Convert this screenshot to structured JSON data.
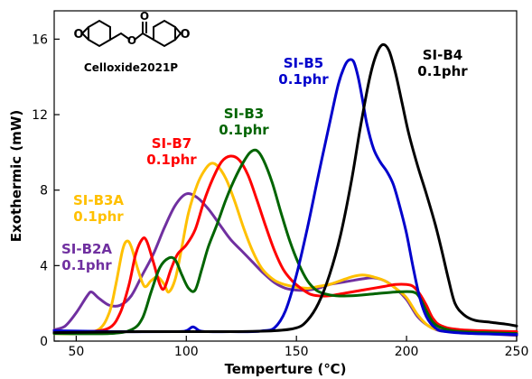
{
  "chart_data": {
    "type": "line",
    "xlabel": "Temperture (℃)",
    "ylabel": "Exothermic (mW)",
    "xlim": [
      40,
      250
    ],
    "ylim": [
      0,
      17.5
    ],
    "x_ticks": [
      "50",
      "100",
      "150",
      "200",
      "250"
    ],
    "y_ticks": [
      "0",
      "4",
      "8",
      "12",
      "16"
    ],
    "grid": false,
    "legend": "none",
    "inset_label": "Celloxide2021P",
    "annotations": [
      {
        "name": "SI-B2A",
        "dose": "0.1phr",
        "color": "#7030a0"
      },
      {
        "name": "SI-B3A",
        "dose": "0.1phr",
        "color": "#ffc000"
      },
      {
        "name": "SI-B7",
        "dose": "0.1phr",
        "color": "#ff0000"
      },
      {
        "name": "SI-B3",
        "dose": "0.1phr",
        "color": "#006400"
      },
      {
        "name": "SI-B5",
        "dose": "0.1phr",
        "color": "#0000cc"
      },
      {
        "name": "SI-B4",
        "dose": "0.1phr",
        "color": "#000000"
      }
    ],
    "series": [
      {
        "id": "sib2a",
        "color": "#7030a0",
        "points": [
          [
            40,
            0.6
          ],
          [
            45,
            0.8
          ],
          [
            50,
            1.5
          ],
          [
            55,
            2.4
          ],
          [
            57,
            2.6
          ],
          [
            60,
            2.3
          ],
          [
            65,
            1.9
          ],
          [
            70,
            1.9
          ],
          [
            75,
            2.4
          ],
          [
            80,
            3.5
          ],
          [
            85,
            4.6
          ],
          [
            90,
            6.0
          ],
          [
            95,
            7.2
          ],
          [
            100,
            7.8
          ],
          [
            105,
            7.6
          ],
          [
            110,
            7.0
          ],
          [
            115,
            6.2
          ],
          [
            120,
            5.4
          ],
          [
            125,
            4.8
          ],
          [
            130,
            4.2
          ],
          [
            135,
            3.6
          ],
          [
            140,
            3.1
          ],
          [
            145,
            2.8
          ],
          [
            150,
            2.7
          ],
          [
            155,
            2.7
          ],
          [
            160,
            2.8
          ],
          [
            165,
            3.0
          ],
          [
            170,
            3.1
          ],
          [
            175,
            3.2
          ],
          [
            180,
            3.3
          ],
          [
            185,
            3.35
          ],
          [
            190,
            3.2
          ],
          [
            195,
            2.8
          ],
          [
            200,
            2.2
          ],
          [
            205,
            1.3
          ],
          [
            210,
            0.8
          ],
          [
            215,
            0.55
          ],
          [
            220,
            0.5
          ],
          [
            235,
            0.4
          ],
          [
            250,
            0.3
          ]
        ]
      },
      {
        "id": "sib3a",
        "color": "#ffc000",
        "points": [
          [
            40,
            0.4
          ],
          [
            50,
            0.4
          ],
          [
            60,
            0.6
          ],
          [
            65,
            1.5
          ],
          [
            68,
            3.0
          ],
          [
            71,
            4.8
          ],
          [
            73,
            5.3
          ],
          [
            75,
            5.0
          ],
          [
            78,
            3.8
          ],
          [
            81,
            2.9
          ],
          [
            84,
            3.2
          ],
          [
            87,
            3.4
          ],
          [
            90,
            3.0
          ],
          [
            92,
            2.6
          ],
          [
            95,
            3.3
          ],
          [
            98,
            5.0
          ],
          [
            101,
            6.8
          ],
          [
            105,
            8.3
          ],
          [
            108,
            9.0
          ],
          [
            111,
            9.4
          ],
          [
            114,
            9.3
          ],
          [
            118,
            8.6
          ],
          [
            122,
            7.4
          ],
          [
            126,
            6.0
          ],
          [
            130,
            4.8
          ],
          [
            134,
            3.9
          ],
          [
            138,
            3.4
          ],
          [
            142,
            3.1
          ],
          [
            148,
            2.9
          ],
          [
            155,
            2.8
          ],
          [
            160,
            2.9
          ],
          [
            165,
            3.0
          ],
          [
            170,
            3.2
          ],
          [
            175,
            3.4
          ],
          [
            180,
            3.5
          ],
          [
            185,
            3.4
          ],
          [
            190,
            3.2
          ],
          [
            195,
            2.8
          ],
          [
            200,
            2.3
          ],
          [
            205,
            1.4
          ],
          [
            210,
            0.8
          ],
          [
            215,
            0.6
          ],
          [
            225,
            0.5
          ],
          [
            250,
            0.4
          ]
        ]
      },
      {
        "id": "sib7",
        "color": "#ff0000",
        "points": [
          [
            40,
            0.5
          ],
          [
            55,
            0.5
          ],
          [
            65,
            0.7
          ],
          [
            70,
            1.5
          ],
          [
            74,
            3.0
          ],
          [
            77,
            4.6
          ],
          [
            80,
            5.4
          ],
          [
            82,
            5.3
          ],
          [
            85,
            4.2
          ],
          [
            88,
            3.0
          ],
          [
            90,
            2.8
          ],
          [
            93,
            3.8
          ],
          [
            96,
            4.6
          ],
          [
            100,
            5.1
          ],
          [
            104,
            5.9
          ],
          [
            108,
            7.4
          ],
          [
            112,
            8.6
          ],
          [
            116,
            9.5
          ],
          [
            120,
            9.8
          ],
          [
            124,
            9.6
          ],
          [
            128,
            8.8
          ],
          [
            132,
            7.5
          ],
          [
            136,
            6.1
          ],
          [
            140,
            4.8
          ],
          [
            144,
            3.8
          ],
          [
            148,
            3.2
          ],
          [
            152,
            2.8
          ],
          [
            156,
            2.5
          ],
          [
            160,
            2.4
          ],
          [
            165,
            2.4
          ],
          [
            170,
            2.5
          ],
          [
            175,
            2.6
          ],
          [
            180,
            2.7
          ],
          [
            185,
            2.8
          ],
          [
            190,
            2.9
          ],
          [
            195,
            3.0
          ],
          [
            200,
            3.0
          ],
          [
            203,
            2.9
          ],
          [
            206,
            2.5
          ],
          [
            209,
            1.9
          ],
          [
            212,
            1.2
          ],
          [
            216,
            0.8
          ],
          [
            225,
            0.6
          ],
          [
            250,
            0.5
          ]
        ]
      },
      {
        "id": "sib3",
        "color": "#006400",
        "points": [
          [
            40,
            0.4
          ],
          [
            65,
            0.4
          ],
          [
            75,
            0.6
          ],
          [
            80,
            1.2
          ],
          [
            84,
            2.6
          ],
          [
            88,
            3.9
          ],
          [
            92,
            4.4
          ],
          [
            95,
            4.3
          ],
          [
            98,
            3.5
          ],
          [
            101,
            2.8
          ],
          [
            104,
            2.7
          ],
          [
            107,
            3.8
          ],
          [
            110,
            5.0
          ],
          [
            114,
            6.2
          ],
          [
            118,
            7.5
          ],
          [
            122,
            8.6
          ],
          [
            126,
            9.5
          ],
          [
            129,
            10.0
          ],
          [
            132,
            10.1
          ],
          [
            135,
            9.6
          ],
          [
            139,
            8.4
          ],
          [
            143,
            6.8
          ],
          [
            147,
            5.3
          ],
          [
            151,
            4.1
          ],
          [
            155,
            3.2
          ],
          [
            159,
            2.7
          ],
          [
            163,
            2.5
          ],
          [
            168,
            2.4
          ],
          [
            175,
            2.4
          ],
          [
            185,
            2.5
          ],
          [
            195,
            2.6
          ],
          [
            203,
            2.6
          ],
          [
            206,
            2.3
          ],
          [
            209,
            1.6
          ],
          [
            212,
            1.0
          ],
          [
            216,
            0.7
          ],
          [
            225,
            0.5
          ],
          [
            250,
            0.4
          ]
        ]
      },
      {
        "id": "sib5",
        "color": "#0000cc",
        "points": [
          [
            40,
            0.55
          ],
          [
            70,
            0.5
          ],
          [
            95,
            0.5
          ],
          [
            100,
            0.55
          ],
          [
            103,
            0.75
          ],
          [
            106,
            0.55
          ],
          [
            110,
            0.5
          ],
          [
            120,
            0.5
          ],
          [
            130,
            0.5
          ],
          [
            135,
            0.55
          ],
          [
            140,
            0.7
          ],
          [
            145,
            1.6
          ],
          [
            150,
            3.5
          ],
          [
            155,
            6.0
          ],
          [
            160,
            8.8
          ],
          [
            165,
            11.5
          ],
          [
            169,
            13.6
          ],
          [
            172,
            14.6
          ],
          [
            174,
            14.9
          ],
          [
            176,
            14.8
          ],
          [
            178,
            14.0
          ],
          [
            180,
            12.8
          ],
          [
            182,
            11.5
          ],
          [
            185,
            10.2
          ],
          [
            188,
            9.5
          ],
          [
            191,
            9.0
          ],
          [
            194,
            8.3
          ],
          [
            197,
            7.1
          ],
          [
            200,
            5.7
          ],
          [
            203,
            3.9
          ],
          [
            206,
            2.3
          ],
          [
            209,
            1.3
          ],
          [
            213,
            0.7
          ],
          [
            218,
            0.5
          ],
          [
            230,
            0.4
          ],
          [
            250,
            0.35
          ]
        ]
      },
      {
        "id": "sib4",
        "color": "#000000",
        "points": [
          [
            40,
            0.45
          ],
          [
            80,
            0.5
          ],
          [
            120,
            0.5
          ],
          [
            140,
            0.55
          ],
          [
            150,
            0.7
          ],
          [
            155,
            1.1
          ],
          [
            160,
            2.0
          ],
          [
            165,
            3.5
          ],
          [
            170,
            5.6
          ],
          [
            175,
            8.5
          ],
          [
            179,
            11.3
          ],
          [
            183,
            13.8
          ],
          [
            186,
            15.1
          ],
          [
            189,
            15.7
          ],
          [
            192,
            15.4
          ],
          [
            195,
            14.2
          ],
          [
            198,
            12.6
          ],
          [
            201,
            11.0
          ],
          [
            205,
            9.3
          ],
          [
            209,
            7.8
          ],
          [
            213,
            6.2
          ],
          [
            216,
            4.8
          ],
          [
            219,
            3.3
          ],
          [
            222,
            2.0
          ],
          [
            226,
            1.4
          ],
          [
            231,
            1.1
          ],
          [
            238,
            1.0
          ],
          [
            245,
            0.9
          ],
          [
            250,
            0.8
          ]
        ]
      }
    ]
  }
}
